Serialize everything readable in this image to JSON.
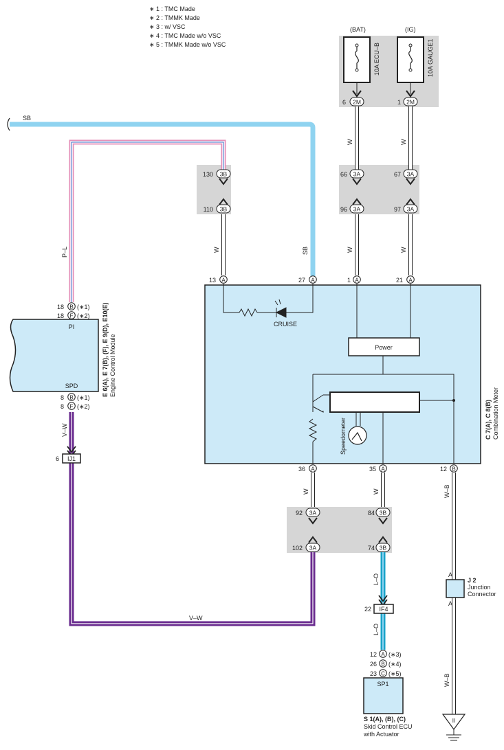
{
  "notes": [
    "∗ 1 : TMC Made",
    "∗ 2 : TMMK Made",
    "∗ 3 : w/ VSC",
    "∗ 4 : TMC Made w/o VSC",
    "∗ 5 : TMMK Made w/o VSC"
  ],
  "fuses": {
    "bat_label": "(BAT)",
    "ig_label": "(IG)",
    "ecu_b": "10A ECU–B",
    "gauge1": "10A GAUGE1",
    "pin_bat": "6",
    "pin_ig": "1",
    "conn_bat": "2M",
    "conn_ig": "2M"
  },
  "wire_colors": {
    "sb": "SB",
    "pl": "P–L",
    "w": "W",
    "vw": "V–W",
    "lo": "L–O",
    "wb": "W–B"
  },
  "connectors": {
    "c130": "130",
    "c110": "110",
    "j3b": "3B",
    "c66": "66",
    "c96": "96",
    "c67": "67",
    "c97": "97",
    "j3a": "3A",
    "c92": "92",
    "c102": "102",
    "c84": "84",
    "c74": "74"
  },
  "meter": {
    "name": "C 7(A), C 8(B)",
    "desc": "Combination Meter",
    "power": "Power",
    "cruise": "CRUISE",
    "speedometer": "Speedometer",
    "pins": {
      "p13": "13",
      "p27": "27",
      "p1": "1",
      "p21": "21",
      "p36": "36",
      "p35": "35",
      "p12": "12",
      "a": "A",
      "b": "B"
    }
  },
  "ecm": {
    "name": "E 6(A), E 7(B), (F), E 9(D), E10(E)",
    "desc": "Engine Control Module",
    "pi": "PI",
    "spd": "SPD",
    "p18": "18",
    "p8": "8",
    "b": "B",
    "f": "F",
    "n1": "(∗1)",
    "n2": "(∗2)"
  },
  "ij1": {
    "pin": "6",
    "label": "IJ1"
  },
  "if4": {
    "pin": "22",
    "label": "IF4"
  },
  "skid": {
    "pin12": "12",
    "pin26": "26",
    "pin23": "23",
    "a": "A",
    "b": "B",
    "c": "C",
    "n3": "(∗3)",
    "n4": "(∗4)",
    "n5": "(∗5)",
    "box": "SP1",
    "name": "S 1(A), (B), (C)",
    "desc1": "Skid Control ECU",
    "desc2": "with Actuator"
  },
  "junction": {
    "a": "A",
    "name": "J 2",
    "desc1": "Junction",
    "desc2": "Connector"
  },
  "ground": {
    "label": "II"
  },
  "colors": {
    "sky": "#8fd3f0",
    "box_fill": "#cdeaf8",
    "gray": "#d6d6d6",
    "purple": "#6a2c8f",
    "pink": "#e58fb8",
    "blue": "#3a6cc7",
    "teal": "#1aa3c8"
  }
}
